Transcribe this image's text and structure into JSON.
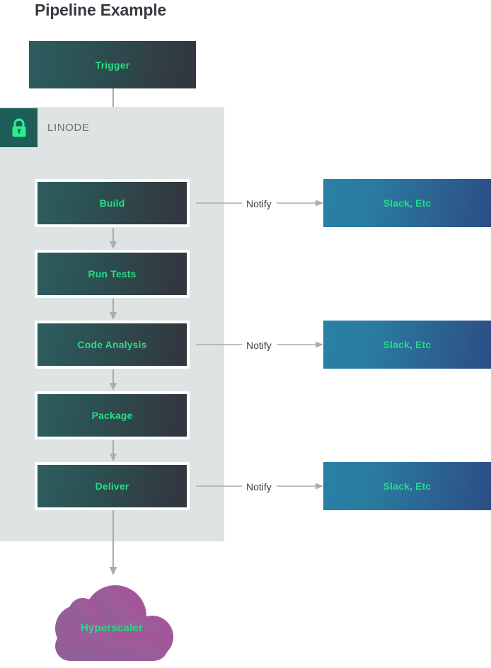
{
  "diagram": {
    "title": "Pipeline Example",
    "colors": {
      "accent_green": "#25de85",
      "panel_background": "#dde4e3",
      "lock_square": "#1e5d58",
      "stage_gradient_start": "#2e5d5f",
      "stage_gradient_end": "#32383f",
      "notify_gradient_start": "#2a80a5",
      "notify_gradient_end": "#2b4c83",
      "cloud_gradient_start": "#8e5f96",
      "cloud_gradient_end": "#a8569c",
      "connector_gray": "#a9adad",
      "title_color": "#353a40",
      "panel_label_color": "#6b6f72"
    },
    "trigger": {
      "label": "Trigger"
    },
    "group": {
      "name": "LINODE",
      "icon": "lock-icon"
    },
    "stages": [
      {
        "label": "Build"
      },
      {
        "label": "Run Tests"
      },
      {
        "label": "Code Analysis"
      },
      {
        "label": "Package"
      },
      {
        "label": "Deliver"
      }
    ],
    "notifications": [
      {
        "edge_label": "Notify",
        "target_label": "Slack, Etc",
        "from_stage": "Build"
      },
      {
        "edge_label": "Notify",
        "target_label": "Slack, Etc",
        "from_stage": "Code Analysis"
      },
      {
        "edge_label": "Notify",
        "target_label": "Slack, Etc",
        "from_stage": "Deliver"
      }
    ],
    "output": {
      "label": "Hyperscaler",
      "shape": "cloud"
    }
  }
}
